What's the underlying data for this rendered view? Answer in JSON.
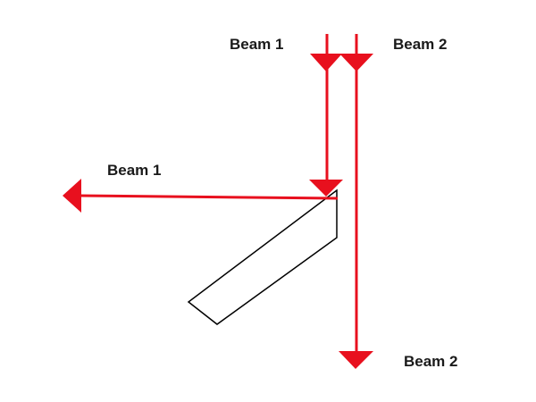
{
  "colors": {
    "beam": "#e8101e",
    "outline": "#000000",
    "text": "#1a1a1a",
    "background": "#ffffff"
  },
  "labels": {
    "beam1_incoming": "Beam 1",
    "beam2_incoming": "Beam 2",
    "beam1_reflected": "Beam 1",
    "beam2_transmitted": "Beam 2"
  }
}
